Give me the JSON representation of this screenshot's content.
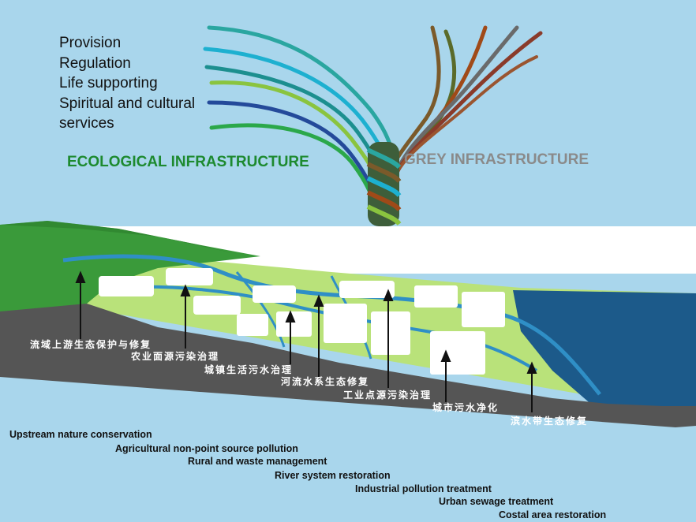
{
  "services": [
    "Provision",
    "Regulation",
    "Life supporting",
    "Spiritual and  cultural",
    "services"
  ],
  "labels": {
    "ecological": "ECOLOGICAL INFRASTRUCTURE",
    "grey": "GREY INFRASTRUCTURE"
  },
  "colors": {
    "sky": "#a9d6ec",
    "forest": "#3a9a3a",
    "land": "#b9e27a",
    "river": "#2f8fc6",
    "sea": "#1c5a8a",
    "ground": "#555555",
    "eco_text": "#1d8a2f",
    "grey_text": "#8a8a8a"
  },
  "measures": [
    {
      "cn": "流域上游生态保护与修复",
      "en": "Upstream nature conservation"
    },
    {
      "cn": "农业面源污染治理",
      "en": "Agricultural non-point source pollution"
    },
    {
      "cn": "城镇生活污水治理",
      "en": "Rural and waste  management"
    },
    {
      "cn": "河流水系生态修复",
      "en": "River system restoration"
    },
    {
      "cn": "工业点源污染治理",
      "en": "Industrial pollution treatment"
    },
    {
      "cn": "城市污水净化",
      "en": "Urban sewage treatment"
    },
    {
      "cn": "滨水带生态修复",
      "en": "Costal area restoration"
    }
  ]
}
